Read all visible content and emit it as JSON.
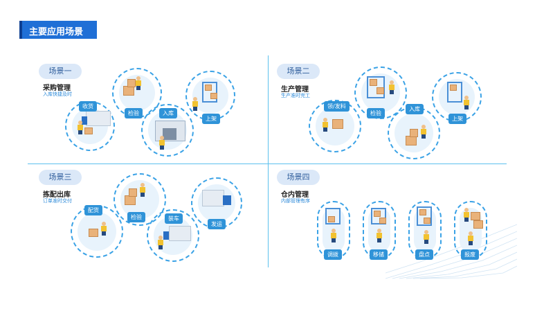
{
  "header": {
    "title": "主要应用场景"
  },
  "scenes": [
    {
      "tag": "场景一",
      "title": "采购管理",
      "subtitle": "入库快捷及时",
      "steps": [
        "收货",
        "检验",
        "入库",
        "上架"
      ]
    },
    {
      "tag": "场景二",
      "title": "生产管理",
      "subtitle": "生产准时完工",
      "steps": [
        "领/发料",
        "检验",
        "入库",
        "上架"
      ]
    },
    {
      "tag": "场景三",
      "title": "拣配出库",
      "subtitle": "订单准时交付",
      "steps": [
        "配货",
        "检验",
        "装车",
        "发运"
      ]
    },
    {
      "tag": "场景四",
      "title": "仓内管理",
      "subtitle": "内部管理有序",
      "steps": [
        "调拨",
        "移储",
        "盘点",
        "报废"
      ]
    }
  ],
  "colors": {
    "accent": "#1f6fd6",
    "line": "#5cc0ee",
    "tag": "#2f93d8",
    "pill": "#dbe8f8"
  }
}
